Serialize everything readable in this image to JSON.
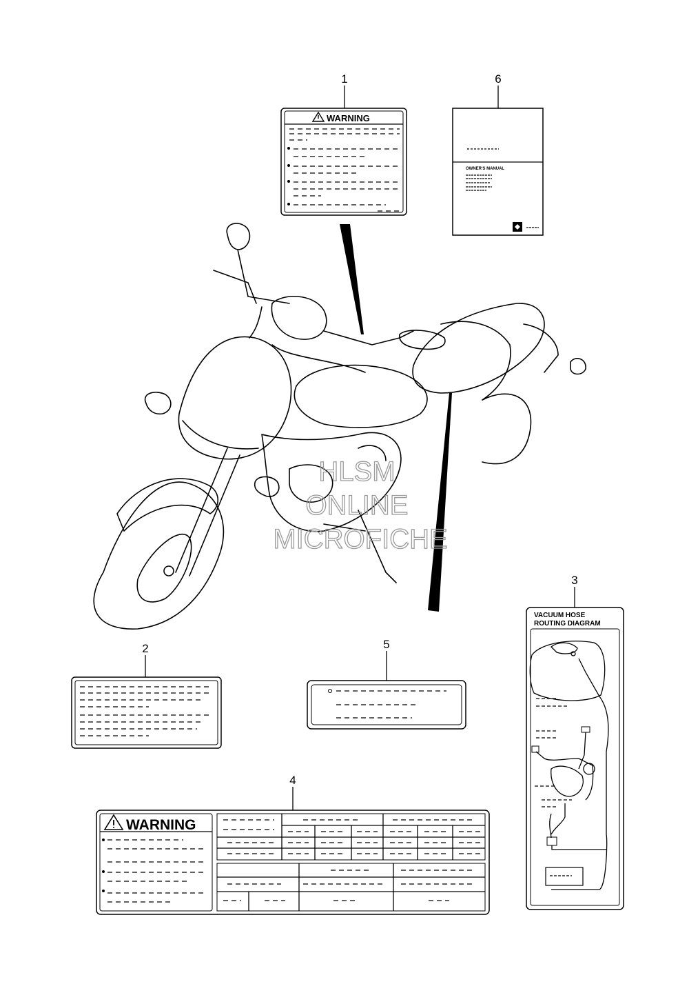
{
  "callouts": [
    "1",
    "2",
    "3",
    "4",
    "5",
    "6"
  ],
  "label1": {
    "title": "WARNING"
  },
  "label3": {
    "title_line1": "VACUUM HOSE",
    "title_line2": "ROUTING DIAGRAM"
  },
  "label4": {
    "title": "WARNING"
  },
  "label6": {
    "title": "OWNER'S MANUAL"
  },
  "watermark": {
    "line1": "HLSM",
    "line2": "ONLINE",
    "line3": "MICROFICHE"
  },
  "icons": [
    "warning-triangle-icon",
    "brand-logo-icon"
  ]
}
